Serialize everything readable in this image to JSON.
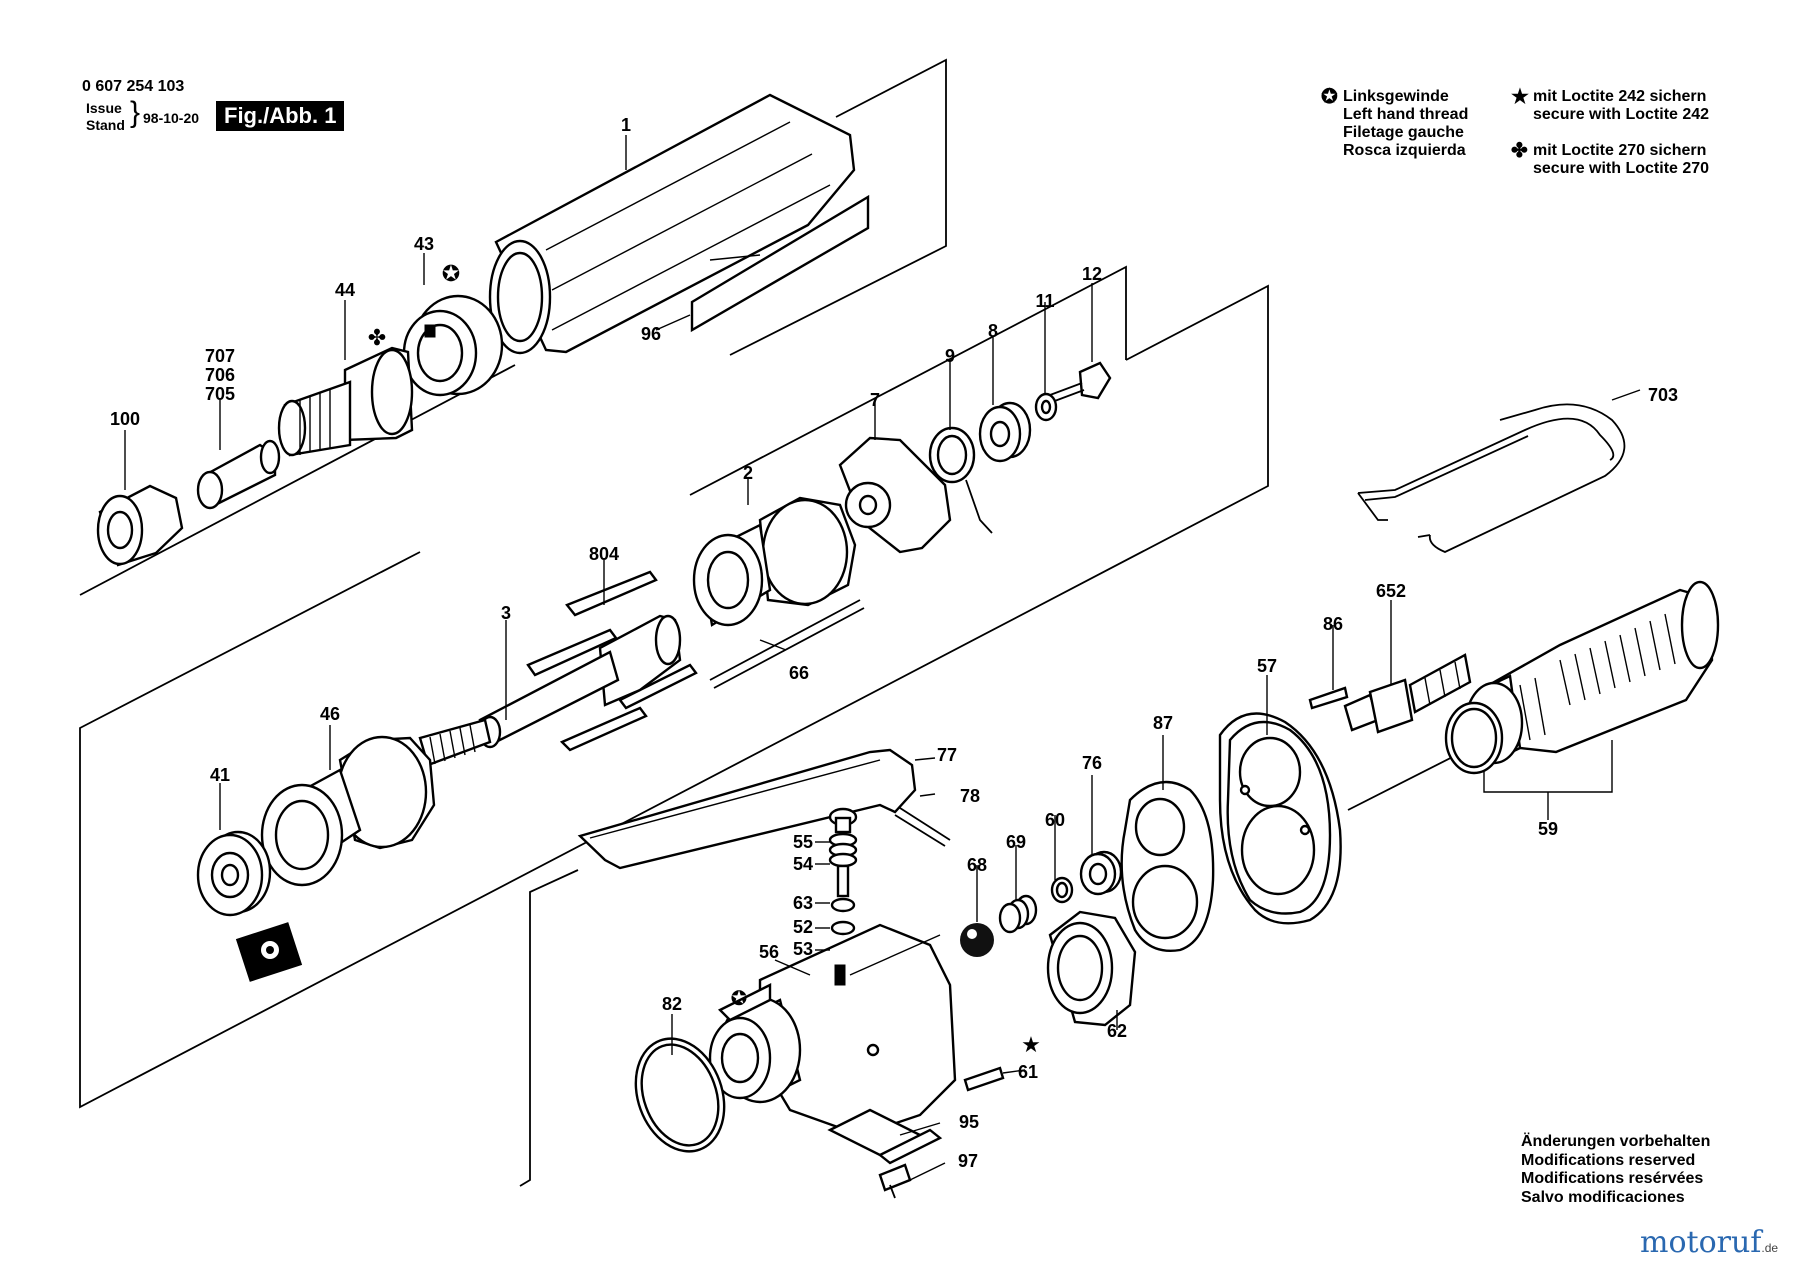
{
  "header": {
    "part_number": "0 607 254 103",
    "issue_label": "Issue",
    "stand_label": "Stand",
    "date": "98-10-20",
    "figure_label": "Fig./Abb. 1"
  },
  "legend": {
    "left_hand_thread": [
      "Linksgewinde",
      "Left hand thread",
      "Filetage gauche",
      "Rosca izquierda"
    ],
    "loctite_242": [
      "mit Loctite 242 sichern",
      "secure with Loctite 242"
    ],
    "loctite_270": [
      "mit Loctite 270 sichern",
      "secure with Loctite 270"
    ]
  },
  "notes": [
    "Änderungen vorbehalten",
    "Modifications reserved",
    "Modifications resérvées",
    "Salvo modificaciones"
  ],
  "watermark": {
    "text": "motoruf",
    "suffix": ".de"
  },
  "part_labels": {
    "p1": "1",
    "p2": "2",
    "p3": "3",
    "p7": "7",
    "p8": "8",
    "p9": "9",
    "p11": "11",
    "p12": "12",
    "p41": "41",
    "p43": "43",
    "p44": "44",
    "p46": "46",
    "p52": "52",
    "p53": "53",
    "p54": "54",
    "p55": "55",
    "p56": "56",
    "p57": "57",
    "p59": "59",
    "p60": "60",
    "p61": "61",
    "p62": "62",
    "p63": "63",
    "p66": "66",
    "p68": "68",
    "p69": "69",
    "p76": "76",
    "p77": "77",
    "p78": "78",
    "p82": "82",
    "p86": "86",
    "p87": "87",
    "p95": "95",
    "p96": "96",
    "p97": "97",
    "p100": "100",
    "p652": "652",
    "p703": "703",
    "p705": "705",
    "p706": "706",
    "p707": "707",
    "p804": "804"
  },
  "colors": {
    "watermark_blue": "#2a68b0",
    "ink": "#000000"
  }
}
